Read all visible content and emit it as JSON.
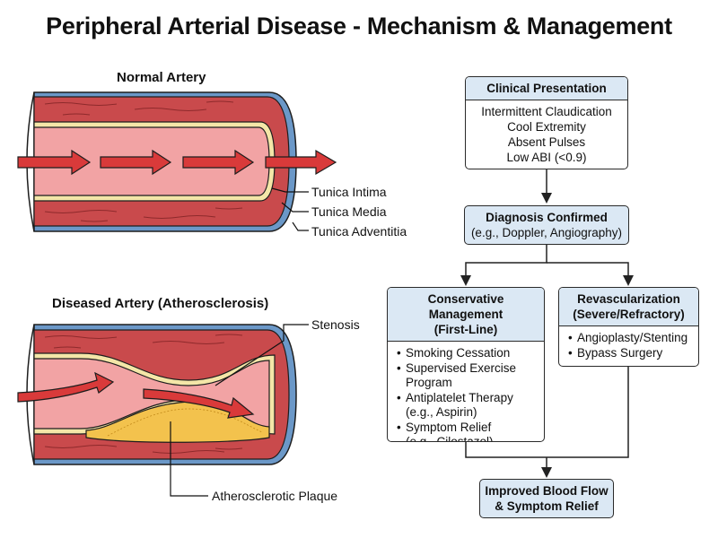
{
  "title": "Peripheral Arterial Disease - Mechanism & Management",
  "normal": {
    "heading": "Normal Artery",
    "labels": [
      "Tunica Intima",
      "Tunica Media",
      "Tunica Adventitia"
    ]
  },
  "diseased": {
    "heading": "Diseased Artery (Atherosclerosis)",
    "stenosis": "Stenosis",
    "plaque": "Atherosclerotic Plaque"
  },
  "flow": {
    "clinical": {
      "title": "Clinical Presentation",
      "lines": [
        "Intermittent Claudication",
        "Cool Extremity",
        "Absent Pulses",
        "Low ABI (<0.9)"
      ]
    },
    "diagnosis": {
      "line1": "Diagnosis Confirmed",
      "line2": "(e.g., Doppler, Angiography)"
    },
    "conservative": {
      "title1": "Conservative Management",
      "title2": "(First-Line)",
      "items": [
        "Smoking Cessation",
        "Supervised Exercise\nProgram",
        "Antiplatelet Therapy\n(e.g., Aspirin)",
        "Symptom Relief\n(e.g., Cilostazol)"
      ]
    },
    "revasc": {
      "title1": "Revascularization",
      "title2": "(Severe/Refractory)",
      "items": [
        "Angioplasty/Stenting",
        "Bypass Surgery"
      ]
    },
    "outcome": {
      "line1": "Improved Blood Flow",
      "line2": "& Symptom Relief"
    },
    "bullet": "•"
  },
  "colors": {
    "lumen": "#f2a3a4",
    "media": "#c94a4c",
    "intima": "#f4e6a8",
    "adventitia": "#6b98c8",
    "plaque": "#f3c24d",
    "arrow": "#d93a3a",
    "boxHeader": "#dbe8f4"
  }
}
